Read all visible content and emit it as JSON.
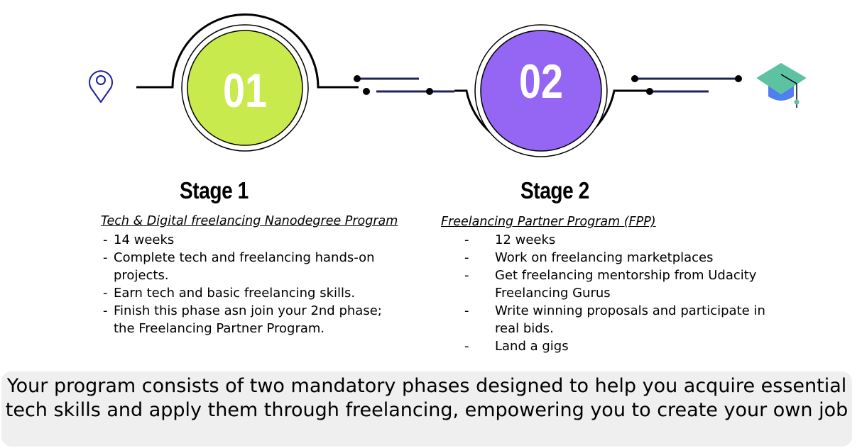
{
  "colors": {
    "stage1": "#c8ea4d",
    "stage2": "#9466f3",
    "line": "#1f2357",
    "pin": "#1a1f9c",
    "cap_top": "#5cc2a2",
    "cap_base": "#5080f0"
  },
  "icons": {
    "start": "map-pin-icon",
    "end": "graduation-cap-icon"
  },
  "stages": [
    {
      "number": "01",
      "title": "Stage 1",
      "subtitle": "Tech & Digital freelancing Nanodegree Program",
      "items": [
        "14 weeks",
        "Complete tech and freelancing hands-on projects.",
        "Earn tech and basic freelancing skills.",
        "Finish this phase asn join your 2nd phase; the Freelancing Partner Program."
      ]
    },
    {
      "number": "02",
      "title": "Stage 2",
      "subtitle": "Freelancing Partner Program (FPP)",
      "items": [
        "12 weeks",
        "Work on freelancing marketplaces",
        "Get freelancing mentorship from Udacity Freelancing Gurus",
        "Write winning proposals and participate in real bids.",
        "Land a gigs"
      ]
    }
  ],
  "bullet": "-",
  "summary": "Your program consists of two mandatory phases designed to help you acquire essential tech skills and apply them through freelancing, empowering you to create your own job"
}
